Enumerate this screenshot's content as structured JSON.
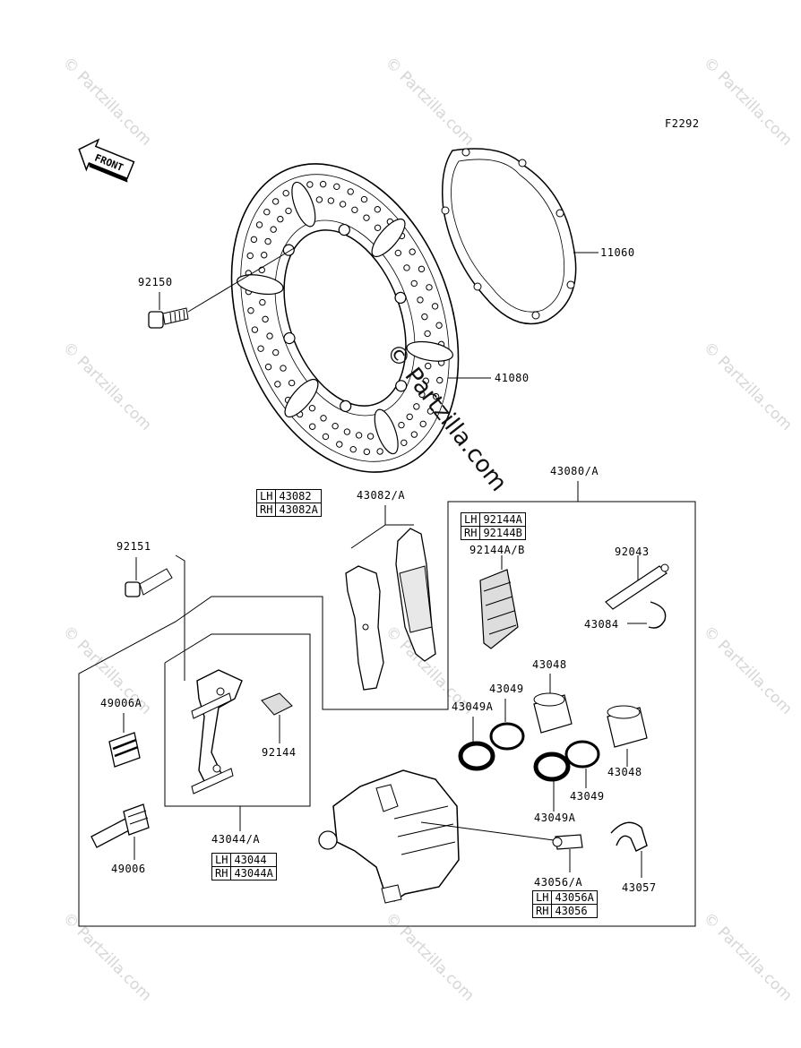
{
  "figure_code": "F2292",
  "front_label": "FRONT",
  "watermark": "© Partzilla.com",
  "parts": {
    "p11060": "11060",
    "p92150": "92150",
    "p41080": "41080",
    "p43080": "43080/A",
    "p43082a": "43082/A",
    "p92151": "92151",
    "p92144ab": "92144A/B",
    "p92043": "92043",
    "p43084": "43084",
    "p43048_top": "43048",
    "p43049_top": "43049",
    "p43049a_top": "43049A",
    "p49006a": "49006A",
    "p92144": "92144",
    "p43048_right": "43048",
    "p43049_right": "43049",
    "p43049a_right": "43049A",
    "p49006": "49006",
    "p43044a": "43044/A",
    "p43056a": "43056/A",
    "p43057": "43057"
  },
  "tables": {
    "pads": [
      {
        "side": "LH",
        "part": "43082"
      },
      {
        "side": "RH",
        "part": "43082A"
      }
    ],
    "shims": [
      {
        "side": "LH",
        "part": "92144A"
      },
      {
        "side": "RH",
        "part": "92144B"
      }
    ],
    "bracket": [
      {
        "side": "LH",
        "part": "43044"
      },
      {
        "side": "RH",
        "part": "43044A"
      }
    ],
    "bleeder": [
      {
        "side": "LH",
        "part": "43056A"
      },
      {
        "side": "RH",
        "part": "43056"
      }
    ]
  }
}
